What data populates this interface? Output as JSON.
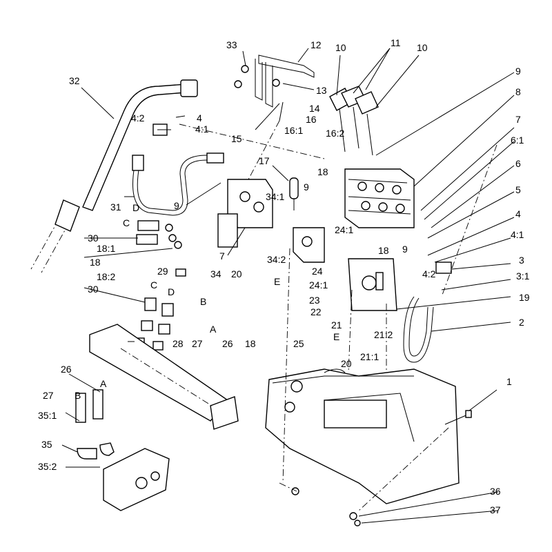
{
  "callouts": [
    {
      "id": "c33",
      "text": "33"
    },
    {
      "id": "c12",
      "text": "12"
    },
    {
      "id": "c10a",
      "text": "10"
    },
    {
      "id": "c11",
      "text": "11"
    },
    {
      "id": "c10b",
      "text": "10"
    },
    {
      "id": "c32",
      "text": "32"
    },
    {
      "id": "c13",
      "text": "13"
    },
    {
      "id": "c9a",
      "text": "9"
    },
    {
      "id": "c8",
      "text": "8"
    },
    {
      "id": "c4a",
      "text": "4"
    },
    {
      "id": "c42a",
      "text": "4:2"
    },
    {
      "id": "c41a",
      "text": "4:1"
    },
    {
      "id": "c14",
      "text": "14"
    },
    {
      "id": "c16",
      "text": "16"
    },
    {
      "id": "c7a",
      "text": "7"
    },
    {
      "id": "c61",
      "text": "6:1"
    },
    {
      "id": "c15",
      "text": "15"
    },
    {
      "id": "c161",
      "text": "16:1"
    },
    {
      "id": "c162",
      "text": "16:2"
    },
    {
      "id": "c6",
      "text": "6"
    },
    {
      "id": "c17",
      "text": "17"
    },
    {
      "id": "c18a",
      "text": "18"
    },
    {
      "id": "c9b",
      "text": "9"
    },
    {
      "id": "c9c",
      "text": "9"
    },
    {
      "id": "c5",
      "text": "5"
    },
    {
      "id": "c31",
      "text": "31"
    },
    {
      "id": "c341",
      "text": "34:1"
    },
    {
      "id": "cD1",
      "text": "D"
    },
    {
      "id": "c4b",
      "text": "4"
    },
    {
      "id": "cC1",
      "text": "C"
    },
    {
      "id": "c241",
      "text": "24:1"
    },
    {
      "id": "c41b",
      "text": "4:1"
    },
    {
      "id": "c30a",
      "text": "30"
    },
    {
      "id": "c181",
      "text": "18:1"
    },
    {
      "id": "c18b",
      "text": "18"
    },
    {
      "id": "c9d",
      "text": "9"
    },
    {
      "id": "c18c",
      "text": "18"
    },
    {
      "id": "c7b",
      "text": "7"
    },
    {
      "id": "c342",
      "text": "34:2"
    },
    {
      "id": "c3",
      "text": "3"
    },
    {
      "id": "c29",
      "text": "29"
    },
    {
      "id": "c24",
      "text": "24"
    },
    {
      "id": "c182",
      "text": "18:2"
    },
    {
      "id": "c34",
      "text": "34"
    },
    {
      "id": "c20a",
      "text": "20"
    },
    {
      "id": "c42b",
      "text": "4:2"
    },
    {
      "id": "c31b",
      "text": "3:1"
    },
    {
      "id": "cE1",
      "text": "E"
    },
    {
      "id": "c241b",
      "text": "24:1"
    },
    {
      "id": "c30b",
      "text": "30"
    },
    {
      "id": "cC2",
      "text": "C"
    },
    {
      "id": "cD2",
      "text": "D"
    },
    {
      "id": "c23",
      "text": "23"
    },
    {
      "id": "c19",
      "text": "19"
    },
    {
      "id": "c22",
      "text": "22"
    },
    {
      "id": "cB1",
      "text": "B"
    },
    {
      "id": "c21",
      "text": "21"
    },
    {
      "id": "c2",
      "text": "2"
    },
    {
      "id": "cA1",
      "text": "A"
    },
    {
      "id": "c212",
      "text": "21:2"
    },
    {
      "id": "c28",
      "text": "28"
    },
    {
      "id": "c27a",
      "text": "27"
    },
    {
      "id": "c26a",
      "text": "26"
    },
    {
      "id": "c18d",
      "text": "18"
    },
    {
      "id": "c25",
      "text": "25"
    },
    {
      "id": "cE2",
      "text": "E"
    },
    {
      "id": "c211",
      "text": "21:1"
    },
    {
      "id": "c20b",
      "text": "20"
    },
    {
      "id": "c26b",
      "text": "26"
    },
    {
      "id": "cA2",
      "text": "A"
    },
    {
      "id": "c1",
      "text": "1"
    },
    {
      "id": "c27b",
      "text": "27"
    },
    {
      "id": "cB2",
      "text": "B"
    },
    {
      "id": "c351",
      "text": "35:1"
    },
    {
      "id": "c35",
      "text": "35"
    },
    {
      "id": "c352",
      "text": "35:2"
    },
    {
      "id": "c36",
      "text": "36"
    },
    {
      "id": "c37",
      "text": "37"
    }
  ]
}
